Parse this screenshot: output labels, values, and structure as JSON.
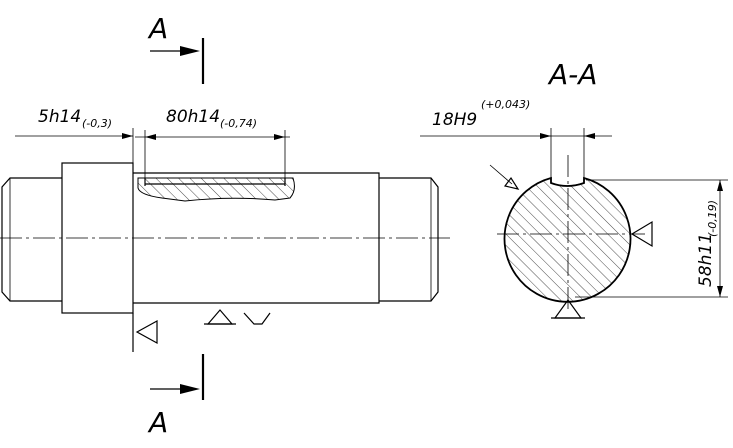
{
  "section": {
    "letter_top": "A",
    "letter_bottom": "A",
    "title": "A-A"
  },
  "dimensions": {
    "step_length": {
      "main": "5h14",
      "tol": "(-0,3)"
    },
    "keyway_length": {
      "main": "80h14",
      "tol": "(-0,74)"
    },
    "keyway_width": {
      "main": "18H9",
      "tol": "(+0,043)"
    },
    "depth": {
      "main": "58h11",
      "tol": "(-0,19)"
    }
  }
}
